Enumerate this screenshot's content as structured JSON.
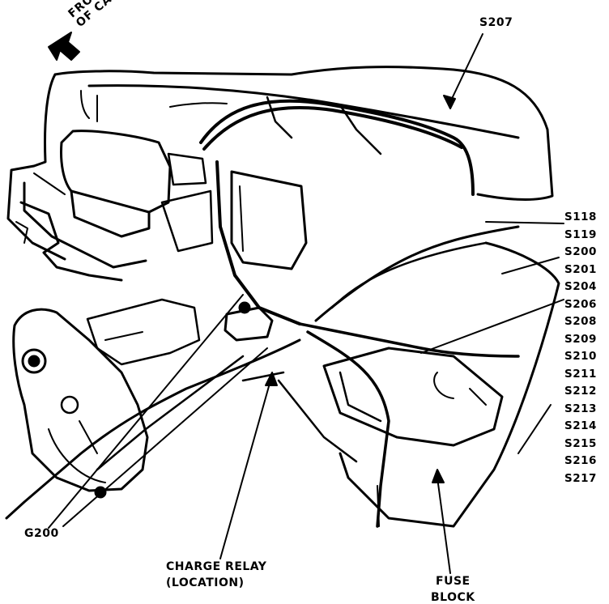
{
  "orientation": {
    "line1": "FRONT",
    "line2": "OF CAR"
  },
  "splice_top": "S207",
  "splices_right": [
    "S118",
    "S119",
    "S200",
    "S201",
    "S204",
    "S206",
    "S208",
    "S209",
    "S210",
    "S211",
    "S212",
    "S213",
    "S214",
    "S215",
    "S216",
    "S217"
  ],
  "ground": "G200",
  "charge_relay": {
    "line1": "CHARGE RELAY",
    "line2": "(LOCATION)"
  },
  "fuse_block": {
    "line1": "FUSE",
    "line2": "BLOCK"
  },
  "colors": {
    "ink": "#000000",
    "paper": "#ffffff"
  }
}
